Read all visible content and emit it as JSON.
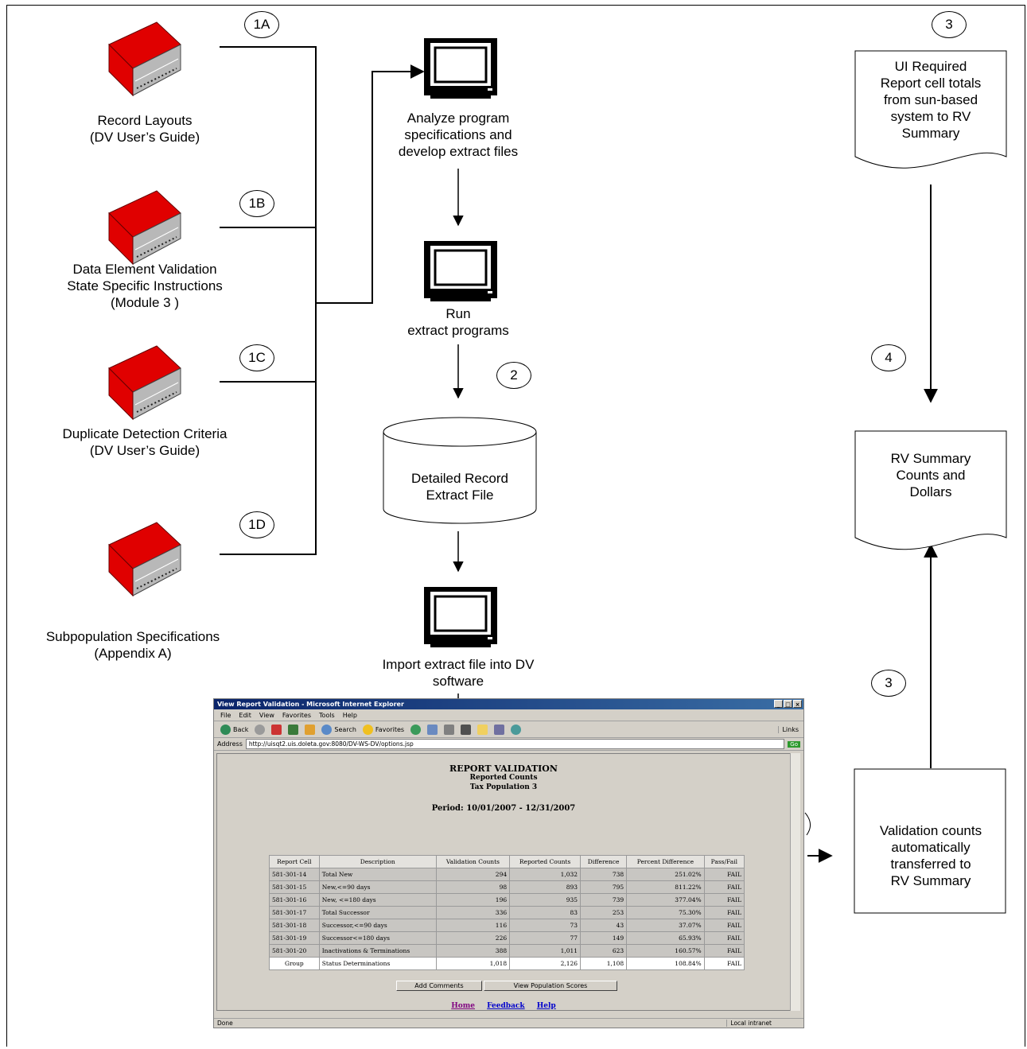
{
  "steps": {
    "1A": "1A",
    "1B": "1B",
    "1C": "1C",
    "1D": "1D",
    "2": "2",
    "3_top": "3",
    "4": "4",
    "3_mid": "3"
  },
  "left_docs": [
    {
      "line1": "Record Layouts",
      "line2": "(DV User’s Guide)",
      "line3": ""
    },
    {
      "line1": "Data Element Validation",
      "line2": "State Specific Instructions",
      "line3": "(Module 3 )"
    },
    {
      "line1": "Duplicate Detection Criteria",
      "line2": "(DV User’s Guide)",
      "line3": ""
    },
    {
      "line1": "Subpopulation Specifications",
      "line2": "(Appendix A)",
      "line3": ""
    }
  ],
  "center": {
    "analyze": [
      "Analyze program",
      "specifications and",
      "develop extract files"
    ],
    "run": [
      "Run",
      "extract programs"
    ],
    "extract_file": [
      "Detailed Record",
      "Extract File"
    ],
    "import": [
      "Import extract file into DV",
      "software"
    ]
  },
  "right": {
    "ui_required": [
      "UI Required",
      "Report cell totals",
      "from sun-based",
      "system to RV",
      "Summary"
    ],
    "rv_summary": [
      "RV Summary",
      "Counts and",
      "Dollars"
    ],
    "validation_counts": [
      "Validation counts",
      "automatically",
      "transferred to",
      "RV Summary"
    ]
  },
  "browser": {
    "title": "View Report Validation - Microsoft Internet Explorer",
    "menu": [
      "File",
      "Edit",
      "View",
      "Favorites",
      "Tools",
      "Help"
    ],
    "toolbar": {
      "back": "Back",
      "search": "Search",
      "favorites": "Favorites",
      "links": "Links"
    },
    "address_label": "Address",
    "url": "http://uisqt2.uis.doleta.gov:8080/DV-WS-DV/options.jsp",
    "go": "Go",
    "status_left": "Done",
    "status_right": "Local intranet",
    "report": {
      "title": "REPORT VALIDATION",
      "subtitle1": "Reported Counts",
      "subtitle2": "Tax Population 3",
      "period": "Period:  10/01/2007 - 12/31/2007",
      "columns": [
        "Report Cell",
        "Description",
        "Validation Counts",
        "Reported Counts",
        "Difference",
        "Percent Difference",
        "Pass/Fail"
      ],
      "rows": [
        [
          "581-301-14",
          "Total New",
          "294",
          "1,032",
          "738",
          "251.02%",
          "FAIL"
        ],
        [
          "581-301-15",
          "New,<=90 days",
          "98",
          "893",
          "795",
          "811.22%",
          "FAIL"
        ],
        [
          "581-301-16",
          "New, <=180 days",
          "196",
          "935",
          "739",
          "377.04%",
          "FAIL"
        ],
        [
          "581-301-17",
          "Total Successor",
          "336",
          "83",
          "253",
          "75.30%",
          "FAIL"
        ],
        [
          "581-301-18",
          "Successor,<=90 days",
          "116",
          "73",
          "43",
          "37.07%",
          "FAIL"
        ],
        [
          "581-301-19",
          "Successor<=180 days",
          "226",
          "77",
          "149",
          "65.93%",
          "FAIL"
        ],
        [
          "581-301-20",
          "Inactivations & Terminations",
          "388",
          "1,011",
          "623",
          "160.57%",
          "FAIL"
        ],
        [
          "Group",
          "Status Determinations",
          "1,018",
          "2,126",
          "1,108",
          "108.84%",
          "FAIL"
        ]
      ],
      "buttons": {
        "add_comments": "Add Comments",
        "view_scores": "View Population Scores"
      },
      "links": [
        "Home",
        "Feedback",
        "Help"
      ]
    }
  }
}
